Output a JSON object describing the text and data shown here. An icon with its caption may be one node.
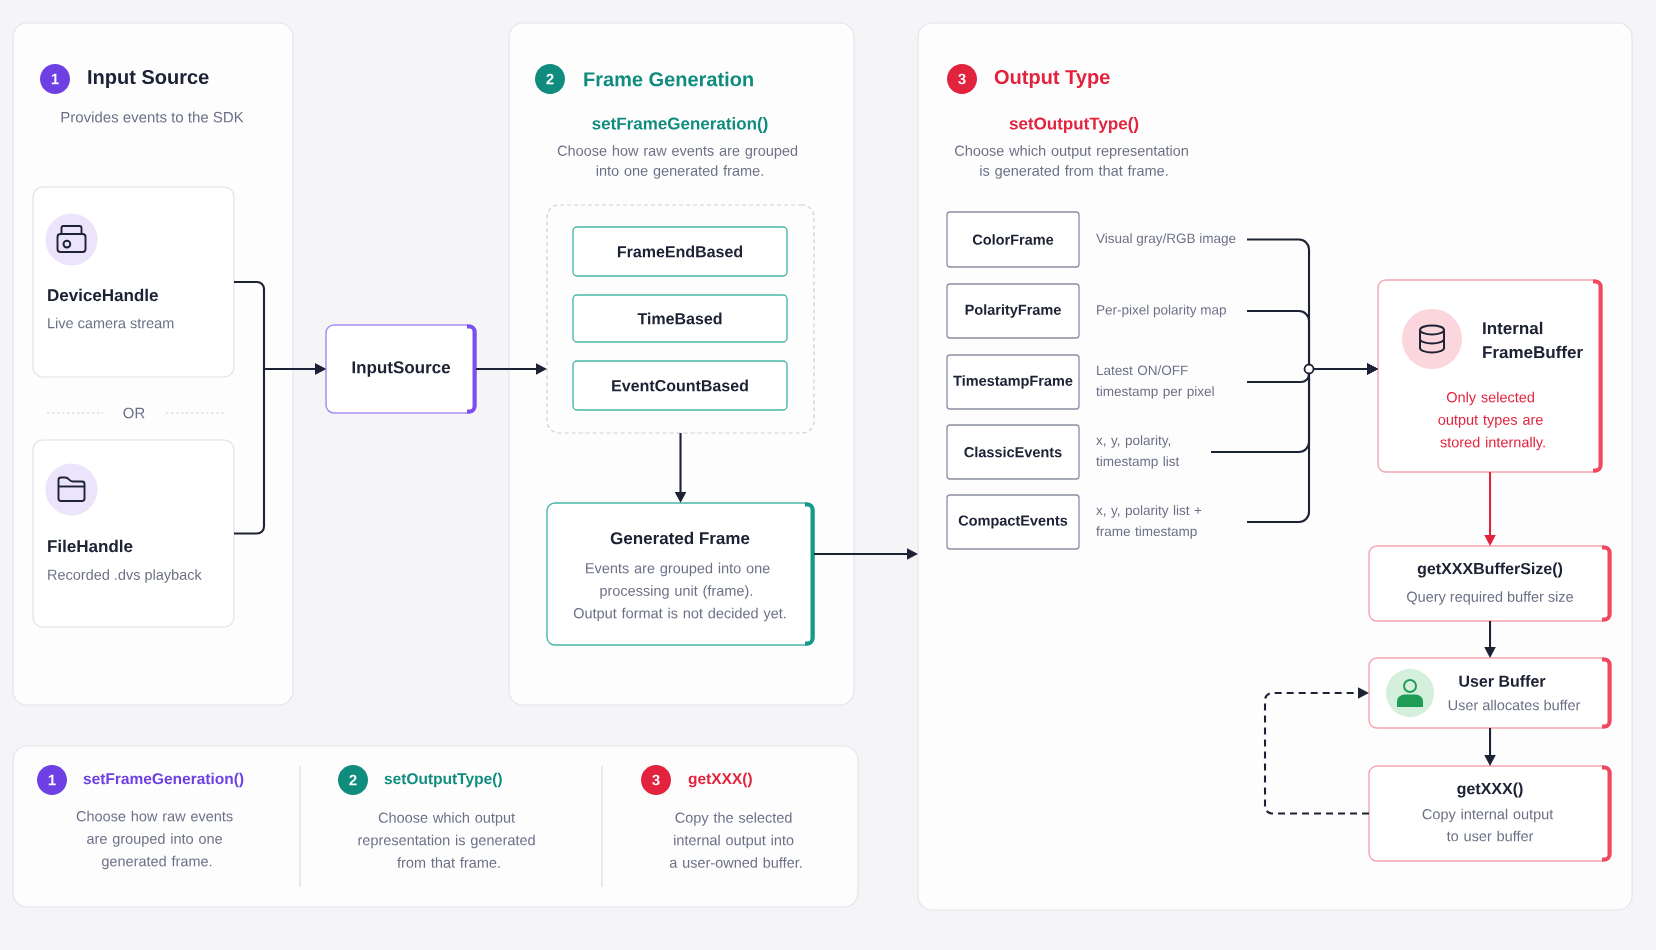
{
  "diagram": {
    "nodes": [
      {
        "text": [
          "Input Source",
          "Provides events to the SDK"
        ]
      },
      {
        "text": [
          "1"
        ],
        "in": 0
      },
      {
        "text": [
          "DeviceHandle",
          "Live camera stream"
        ],
        "in": 0
      },
      {
        "text": [
          "FileHandle",
          "Recorded .dvs playback"
        ],
        "in": 0
      },
      {
        "text": [
          "InputSource"
        ]
      },
      {
        "text": [
          "Frame Generation",
          "setFrameGeneration()",
          "Choose how raw events are grouped into one generated frame."
        ]
      },
      {
        "text": [
          "2"
        ],
        "in": 5
      },
      {
        "text": [],
        "shape": "box",
        "in": 5
      },
      {
        "text": [
          "FrameEndBased"
        ],
        "in": 7
      },
      {
        "text": [
          "TimeBased"
        ],
        "in": 7
      },
      {
        "text": [
          "EventCountBased"
        ],
        "in": 7
      },
      {
        "text": [
          "Generated Frame",
          "Events are grouped into one processing unit (frame). Output format is not decided yet."
        ],
        "in": 5
      },
      {
        "text": [
          "Output Type",
          "setOutputType()",
          "Choose which output representation is generated from that frame."
        ]
      },
      {
        "text": [
          "3"
        ],
        "in": 12
      },
      {
        "text": [
          "ColorFrame"
        ],
        "beside": [
          "Visual gray/RGB image"
        ],
        "in": 12
      },
      {
        "text": [
          "PolarityFrame"
        ],
        "beside": [
          "Per-pixel polarity map"
        ],
        "in": 12
      },
      {
        "text": [
          "TimestampFrame"
        ],
        "beside": [
          "Latest ON/OFF timestamp per pixel"
        ],
        "in": 12
      },
      {
        "text": [
          "ClassicEvents"
        ],
        "beside": [
          "x, y, polarity, timestamp list"
        ],
        "in": 12
      },
      {
        "text": [
          "CompactEvents"
        ],
        "beside": [
          "x, y, polarity list + frame timestamp"
        ],
        "in": 12
      },
      {
        "text": [
          "Internal FrameBuffer",
          "Only selected output types are stored internally."
        ],
        "in": 12
      },
      {
        "text": [
          "getXXXBufferSize()",
          "Query required buffer size"
        ],
        "in": 12
      },
      {
        "text": [
          "User Buffer",
          "User allocates buffer"
        ],
        "in": 12
      },
      {
        "text": [
          "getXXX()",
          "Copy internal output to user buffer"
        ],
        "in": 12
      },
      {
        "text": [
          "setFrameGeneration()",
          "Choose how raw events are grouped into one generated frame.",
          "setOutputType()",
          "Choose which output representation is generated from that frame.",
          "getXXX()",
          "Copy the selected internal output into a user-owned buffer."
        ]
      },
      {
        "text": [
          "1"
        ],
        "in": 23
      },
      {
        "text": [
          "2"
        ],
        "in": 23
      },
      {
        "text": [
          "3"
        ],
        "in": 23
      }
    ],
    "edges": [
      {
        "from": 2,
        "to": 4,
        "arrow": "to"
      },
      {
        "from": 3,
        "to": 4,
        "arrow": "to"
      },
      {
        "from": 4,
        "to": 7,
        "arrow": "to"
      },
      {
        "from": 7,
        "to": 11,
        "arrow": "to"
      },
      {
        "from": 11,
        "to": 12,
        "arrow": "to"
      },
      {
        "from": 14,
        "to": 19,
        "arrow": "to"
      },
      {
        "from": 15,
        "to": 19,
        "arrow": "to"
      },
      {
        "from": 16,
        "to": 19,
        "arrow": "to"
      },
      {
        "from": 17,
        "to": 19,
        "arrow": "to"
      },
      {
        "from": 18,
        "to": 19,
        "arrow": "to"
      },
      {
        "from": 19,
        "to": 20,
        "arrow": "to",
        "color": "#e2233d"
      },
      {
        "from": 20,
        "to": 21,
        "arrow": "to"
      },
      {
        "from": 21,
        "to": 22,
        "arrow": "to"
      },
      {
        "from": 22,
        "to": 21,
        "arrow": "to",
        "style": "dashed"
      }
    ],
    "labels": [
      "OR"
    ]
  }
}
